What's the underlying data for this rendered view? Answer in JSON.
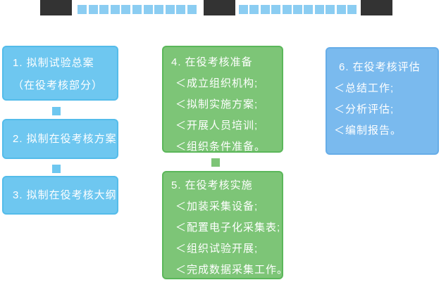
{
  "colors": {
    "dark_block": "#333333",
    "bar_square_blue": "#8BCDF2",
    "blue_box_fill": "#6EC7F0",
    "blue_box_border": "#54BCEA",
    "eval_box_fill": "#7ABAEE",
    "eval_box_border": "#66ADE8",
    "green_box_fill": "#7DC577",
    "green_box_border": "#5BB75A",
    "text": "#FFFFFF"
  },
  "flow": {
    "step1": {
      "lines": [
        "1. 拟制试验总案",
        "（在役考核部分）"
      ]
    },
    "step2": {
      "label": "2. 拟制在役考核方案"
    },
    "step3": {
      "label": "3. 拟制在役考核大纲"
    },
    "step4": {
      "title": "4. 在役考核准备",
      "items": [
        "＜成立组织机构;",
        "＜拟制实施方案;",
        "＜开展人员培训;",
        "＜组织条件准备。"
      ]
    },
    "step5": {
      "title": "5. 在役考核实施",
      "items": [
        "＜加装采集设备;",
        "＜配置电子化采集表;",
        "＜组织试验开展;",
        "＜完成数据采集工作。"
      ]
    },
    "step6": {
      "title": "6. 在役考核评估",
      "items": [
        "＜总结工作;",
        "＜分析评估;",
        "＜编制报告。"
      ]
    }
  }
}
